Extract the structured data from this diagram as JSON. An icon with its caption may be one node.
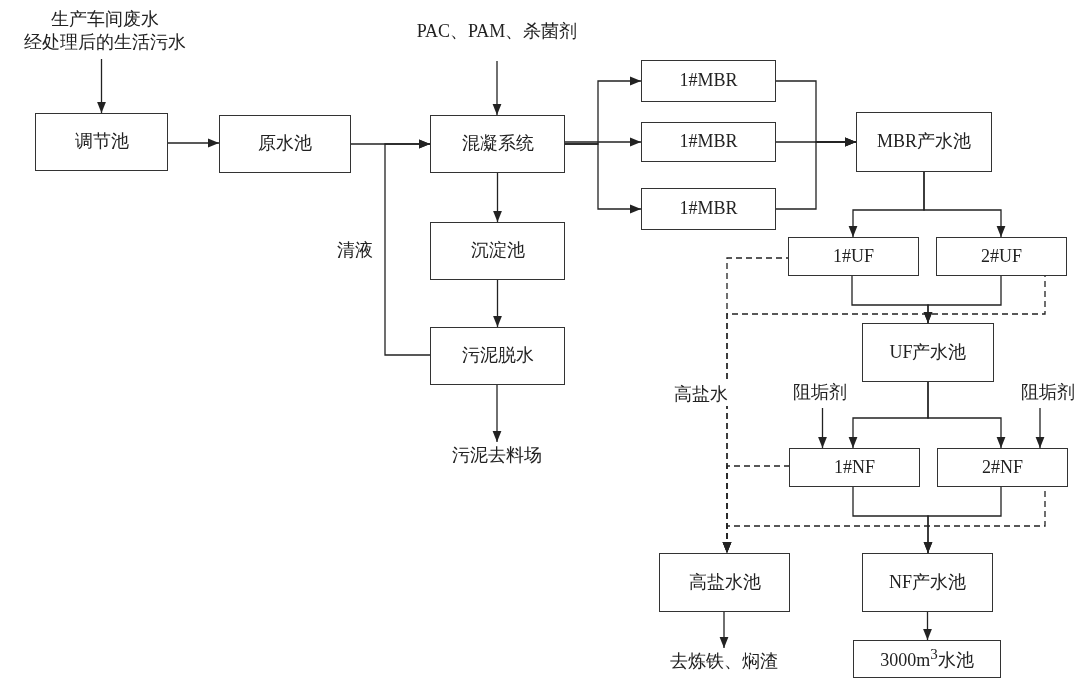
{
  "diagram": {
    "nodes": [
      {
        "text": [
          "生产车间废水",
          "经处理后的生活污水"
        ]
      },
      {
        "text": [
          "调节池"
        ]
      },
      {
        "text": [
          "原水池"
        ]
      },
      {
        "text": [
          "PAC、PAM、杀菌剂"
        ]
      },
      {
        "text": [
          "混凝系统"
        ]
      },
      {
        "text": [
          "1#MBR"
        ]
      },
      {
        "text": [
          "1#MBR"
        ]
      },
      {
        "text": [
          "1#MBR"
        ]
      },
      {
        "text": [
          "MBR产水池"
        ]
      },
      {
        "text": [
          "沉淀池"
        ]
      },
      {
        "text": [
          "污泥脱水"
        ]
      },
      {
        "text": [
          "污泥去料场"
        ]
      },
      {
        "text": [
          "1#UF"
        ]
      },
      {
        "text": [
          "2#UF"
        ]
      },
      {
        "text": [
          "UF产水池"
        ]
      },
      {
        "text": [
          "阻垢剂"
        ]
      },
      {
        "text": [
          "阻垢剂"
        ]
      },
      {
        "text": [
          "1#NF"
        ]
      },
      {
        "text": [
          "2#NF"
        ]
      },
      {
        "text": [
          "高盐水池"
        ]
      },
      {
        "text": [
          "NF产水池"
        ]
      },
      {
        "text": [
          "3000m$^{3}$水池"
        ]
      },
      {
        "text": [
          "去炼铁、焖渣"
        ]
      }
    ],
    "edges": [
      {
        "from": 0,
        "to": 1,
        "arrow": "to"
      },
      {
        "from": 1,
        "to": 2,
        "arrow": "to"
      },
      {
        "from": 2,
        "to": 4,
        "arrow": "to"
      },
      {
        "from": 10,
        "to": 4,
        "arrow": "to",
        "label": "清液"
      },
      {
        "from": 3,
        "to": 4,
        "arrow": "to"
      },
      {
        "from": 4,
        "to": 9,
        "arrow": "to"
      },
      {
        "from": 9,
        "to": 10,
        "arrow": "to"
      },
      {
        "from": 10,
        "to": 11,
        "arrow": "to"
      },
      {
        "from": 4,
        "to": 5,
        "arrow": "to"
      },
      {
        "from": 4,
        "to": 6,
        "arrow": "to"
      },
      {
        "from": 4,
        "to": 7,
        "arrow": "to"
      },
      {
        "from": 5,
        "to": 8,
        "arrow": "to"
      },
      {
        "from": 6,
        "to": 8,
        "arrow": "to"
      },
      {
        "from": 7,
        "to": 8,
        "arrow": "to"
      },
      {
        "from": 8,
        "to": 12,
        "arrow": "to"
      },
      {
        "from": 8,
        "to": 13,
        "arrow": "to"
      },
      {
        "from": 12,
        "to": 14,
        "arrow": "to"
      },
      {
        "from": 13,
        "to": 14,
        "arrow": "to"
      },
      {
        "from": 12,
        "to": 19,
        "arrow": "to",
        "style": "dashed",
        "label": "高盐水"
      },
      {
        "from": 13,
        "to": 19,
        "arrow": "to",
        "style": "dashed"
      },
      {
        "from": 17,
        "to": 19,
        "arrow": "to",
        "style": "dashed"
      },
      {
        "from": 18,
        "to": 19,
        "arrow": "to",
        "style": "dashed"
      },
      {
        "from": 14,
        "to": 17,
        "arrow": "to"
      },
      {
        "from": 14,
        "to": 18,
        "arrow": "to"
      },
      {
        "from": 15,
        "to": 17,
        "arrow": "to"
      },
      {
        "from": 16,
        "to": 18,
        "arrow": "to"
      },
      {
        "from": 17,
        "to": 20,
        "arrow": "to"
      },
      {
        "from": 18,
        "to": 20,
        "arrow": "to"
      },
      {
        "from": 19,
        "to": 22,
        "arrow": "to"
      },
      {
        "from": 20,
        "to": 21,
        "arrow": "to"
      }
    ]
  }
}
